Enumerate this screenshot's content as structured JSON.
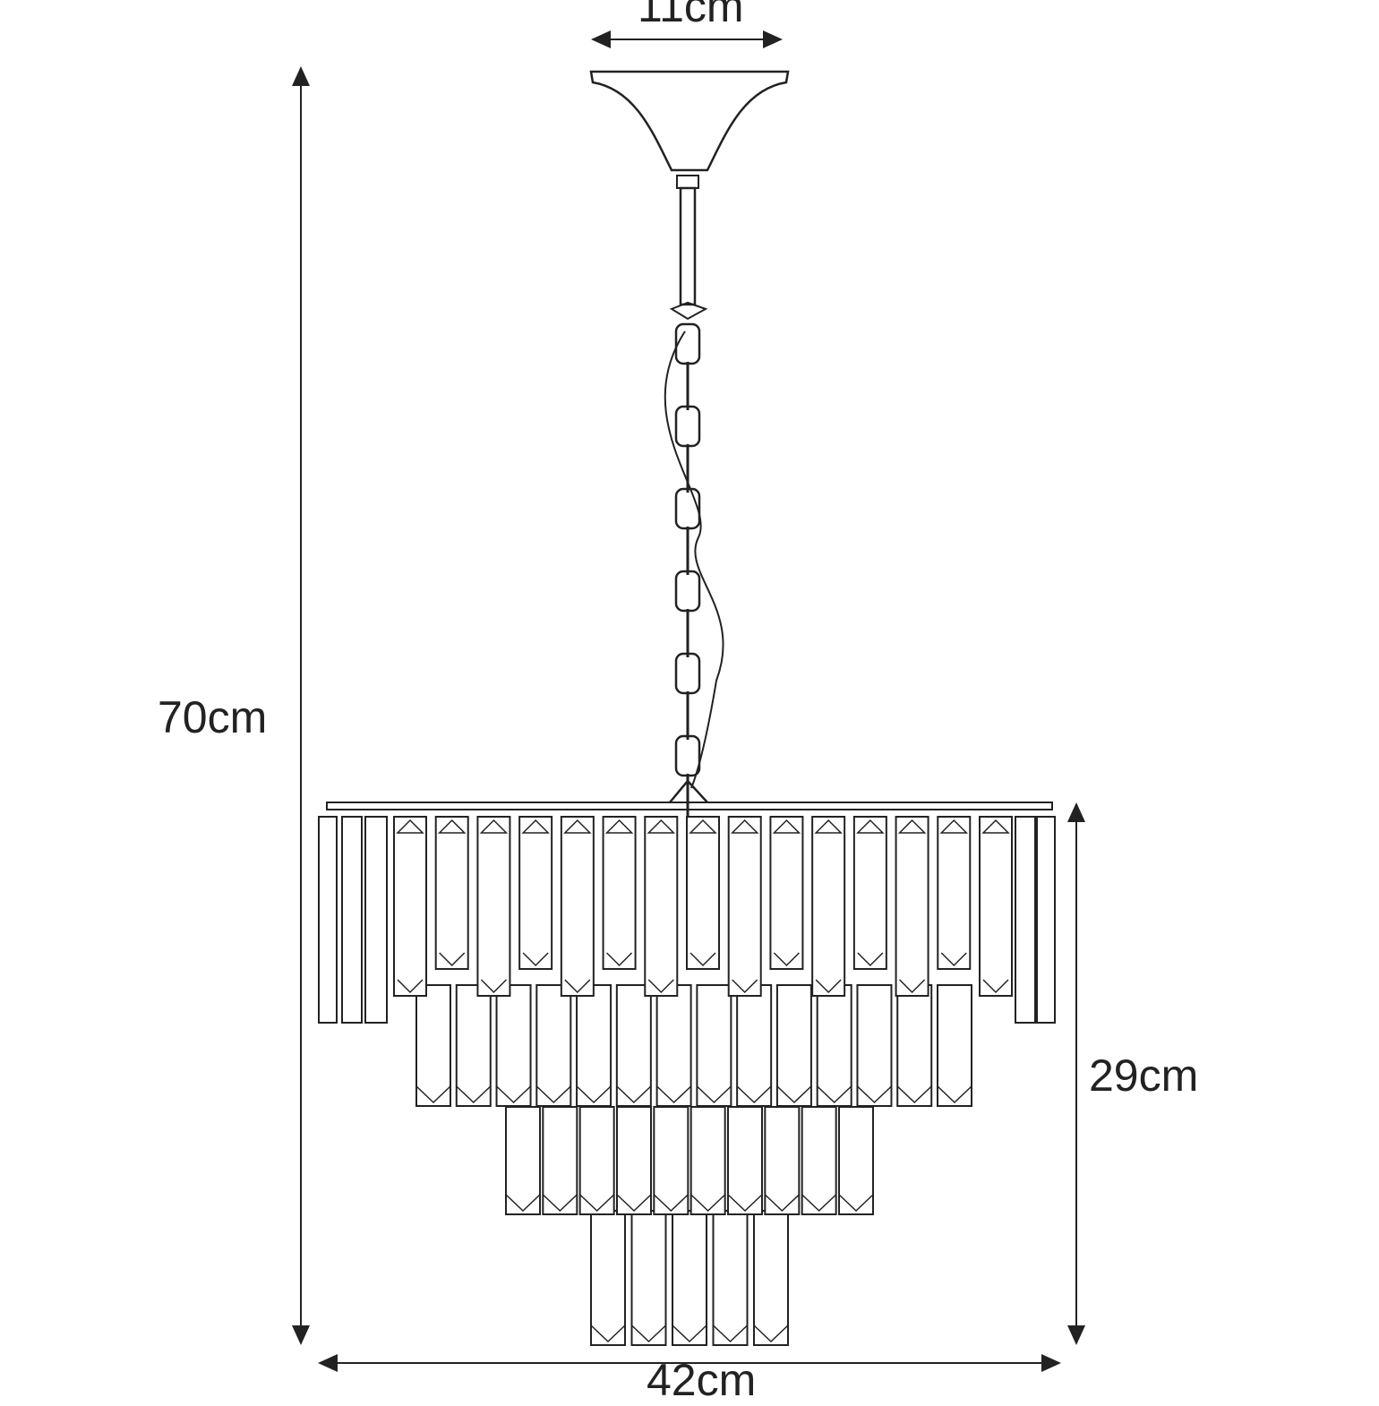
{
  "dimensions": {
    "canopy_width": "11cm",
    "total_height": "70cm",
    "body_height": "29cm",
    "body_width": "42cm"
  },
  "colors": {
    "line": "#222222",
    "background": "#ffffff"
  }
}
